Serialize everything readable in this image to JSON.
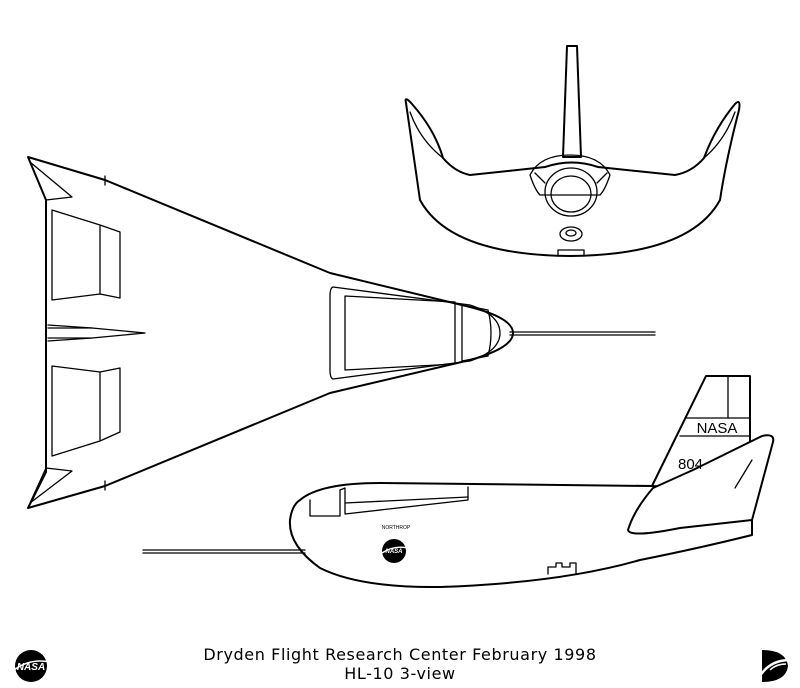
{
  "caption": {
    "line1": "Dryden Flight Research Center  February 1998",
    "line2": "HL-10 3-view"
  },
  "side_view": {
    "tail_marking": "NASA",
    "tail_number": "804",
    "fuselage_text": "NORTHROP",
    "fuselage_logo": "NASA"
  },
  "logos": {
    "left": "NASA",
    "left_icon": "nasa-meatball-logo",
    "right_icon": "dryden-logo"
  }
}
